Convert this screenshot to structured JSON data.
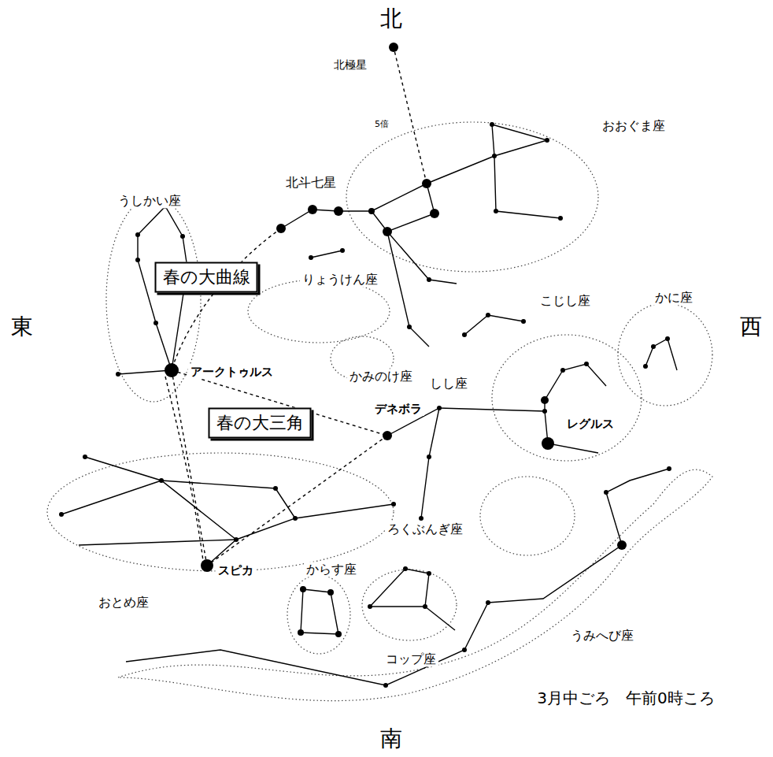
{
  "diagram": {
    "caption": "3月中ごろ　午前0時ころ",
    "nodes": [
      {
        "text": [
          "春の大曲線"
        ]
      },
      {
        "text": [
          "春の大三角"
        ]
      }
    ],
    "labels": [
      "北",
      "北極星",
      "5倍",
      "おおぐま座",
      "北斗七星",
      "うしかい座",
      "りょうけん座",
      "こじし座",
      "かに座",
      "東",
      "西",
      "アークトゥルス",
      "かみのけ座",
      "しし座",
      "デネボラ",
      "レグルス",
      "ろくぶんぎ座",
      "からす座",
      "スピカ",
      "おとめ座",
      "コップ座",
      "うみへび座",
      "南"
    ]
  }
}
